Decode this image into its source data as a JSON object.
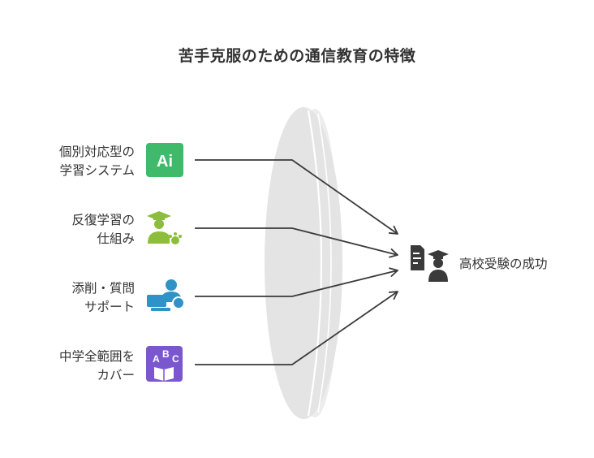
{
  "title": "苦手克服のための通信教育の特徴",
  "features": [
    {
      "line1": "個別対応型の",
      "line2": "学習システム",
      "icon": "ai-icon",
      "color": "#3fba6b"
    },
    {
      "line1": "反復学習の",
      "line2": "仕組み",
      "icon": "student-graduate-icon",
      "color": "#8cbe3c"
    },
    {
      "line1": "添削・質問",
      "line2": "サポート",
      "icon": "tutor-laptop-icon",
      "color": "#2f93c7"
    },
    {
      "line1": "中学全範囲を",
      "line2": "カバー",
      "icon": "abc-book-icon",
      "color": "#7b57cf"
    }
  ],
  "result": {
    "label": "高校受験の成功",
    "icon": "exam-graduate-icon",
    "color": "#3a3a3a"
  },
  "lens_color": "#e6e6e6",
  "line_color": "#3a3a3a"
}
